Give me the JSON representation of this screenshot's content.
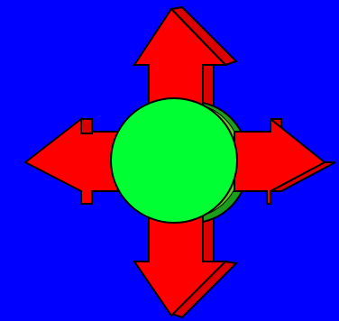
{
  "graphic": {
    "subject": "four-direction-arrow-pad",
    "arrows": [
      "up",
      "right",
      "down",
      "left"
    ],
    "colors": {
      "background": "#0000ff",
      "arrow_face": "#ff0000",
      "arrow_side": "#dd0000",
      "outline": "#000000",
      "knob_face": "#00ff33",
      "knob_shadow": "#1c9e1c",
      "knob_rim": "#66cc22"
    }
  }
}
